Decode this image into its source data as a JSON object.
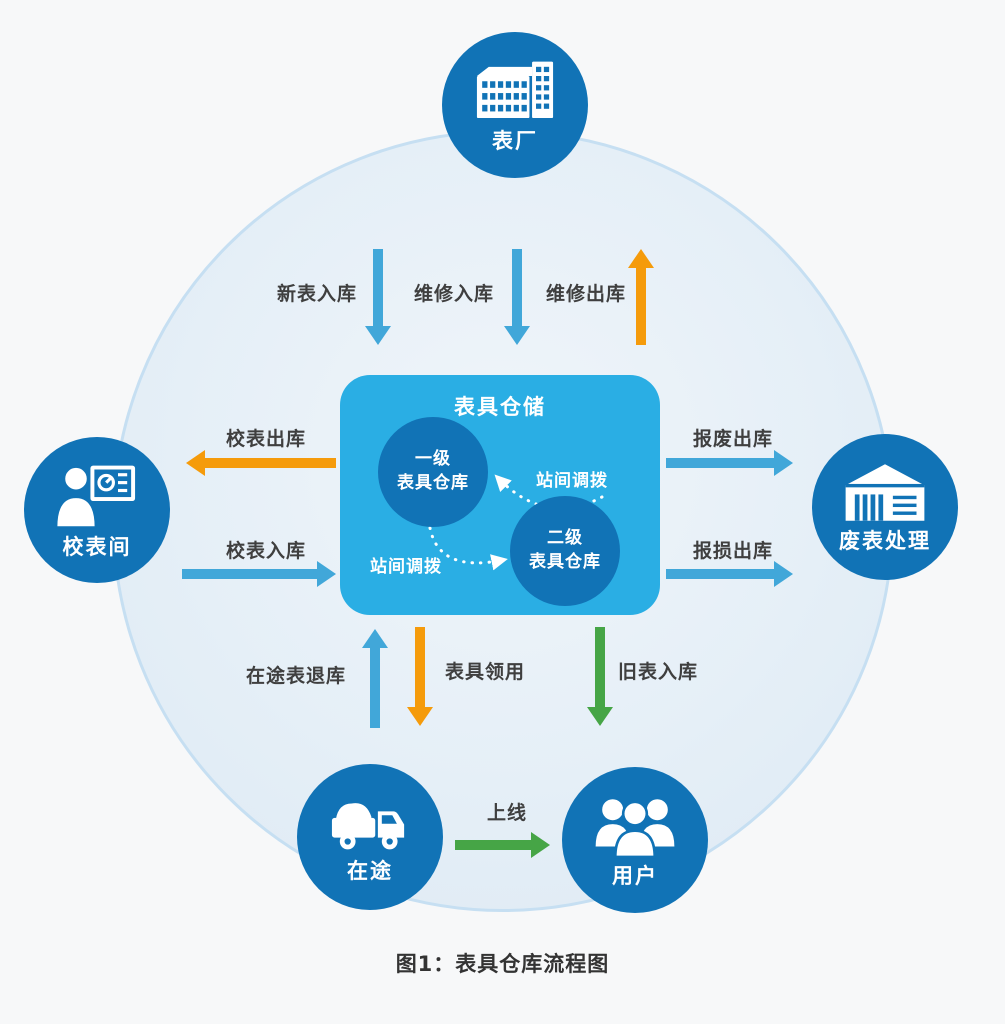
{
  "caption": "图1：表具仓库流程图",
  "colors": {
    "node_blue": "#1173b6",
    "center_cyan": "#2aaee4",
    "arrow_blue": "#41a7d9",
    "arrow_orange": "#f59b0b",
    "arrow_green": "#46a546",
    "label_gray": "#3f3f3f",
    "big_circle_fill": "#e5eff7"
  },
  "center": {
    "title": "表具仓储",
    "warehouse1": {
      "line1": "一级",
      "line2": "表具仓库"
    },
    "warehouse2": {
      "line1": "二级",
      "line2": "表具仓库"
    },
    "transfer_right": "站间调拨",
    "transfer_left": "站间调拨"
  },
  "nodes": {
    "factory": {
      "label": "表厂",
      "icon": "factory-icon"
    },
    "calibration": {
      "label": "校表间",
      "icon": "calibration-room-icon"
    },
    "scrap": {
      "label": "废表处理",
      "icon": "warehouse-icon"
    },
    "transit": {
      "label": "在途",
      "icon": "truck-icon"
    },
    "users": {
      "label": "用户",
      "icon": "users-icon"
    }
  },
  "flows": {
    "new_meter_in": {
      "label": "新表入库",
      "direction": "down",
      "color": "blue"
    },
    "repair_in": {
      "label": "维修入库",
      "direction": "down",
      "color": "blue"
    },
    "repair_out": {
      "label": "维修出库",
      "direction": "up",
      "color": "orange"
    },
    "calibration_out": {
      "label": "校表出库",
      "direction": "left",
      "color": "orange"
    },
    "calibration_in": {
      "label": "校表入库",
      "direction": "right",
      "color": "blue"
    },
    "scrap_out": {
      "label": "报废出库",
      "direction": "right",
      "color": "blue"
    },
    "damage_out": {
      "label": "报损出库",
      "direction": "right",
      "color": "blue"
    },
    "transit_return": {
      "label": "在途表退库",
      "direction": "up",
      "color": "blue"
    },
    "requisition": {
      "label": "表具领用",
      "direction": "down",
      "color": "orange"
    },
    "old_meter_in": {
      "label": "旧表入库",
      "direction": "down",
      "color": "green"
    },
    "online": {
      "label": "上线",
      "direction": "right",
      "color": "green"
    }
  }
}
